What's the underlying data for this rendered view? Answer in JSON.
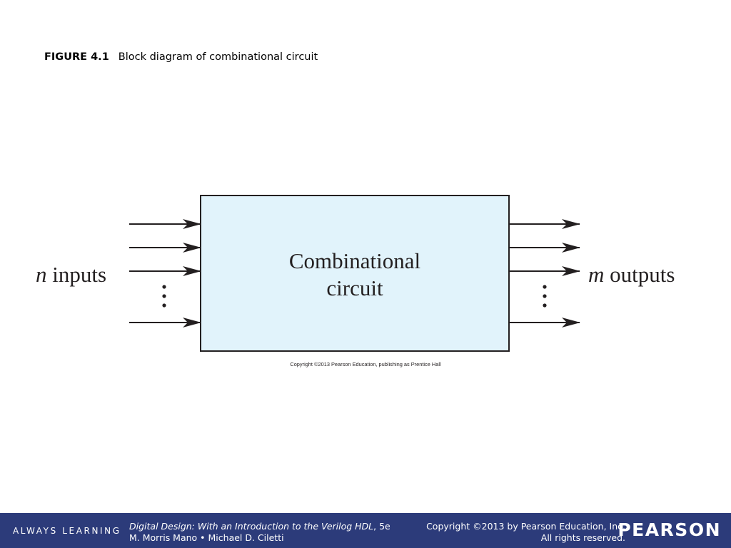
{
  "caption": {
    "figure_number": "FIGURE 4.1",
    "figure_title": "Block diagram of combinational circuit"
  },
  "diagram": {
    "block_line1": "Combinational",
    "block_line2": "circuit",
    "inputs_var": "n",
    "inputs_word": " inputs",
    "outputs_var": "m",
    "outputs_word": " outputs",
    "image_copyright": "Copyright ©2013 Pearson Education, publishing as Prentice Hall",
    "block_fill": "#e1f3fb",
    "line_color": "#231f20"
  },
  "footer": {
    "tagline": "ALWAYS LEARNING",
    "book_title": "Digital Design: With an Introduction to the Verilog HDL",
    "book_edition": ", 5e",
    "authors": "M. Morris Mano • Michael D. Ciletti",
    "copyright_line1": "Copyright ©2013 by Pearson Education, Inc.",
    "copyright_line2": "All rights reserved.",
    "brand": "PEARSON",
    "bar_color": "#2c3b7a"
  }
}
